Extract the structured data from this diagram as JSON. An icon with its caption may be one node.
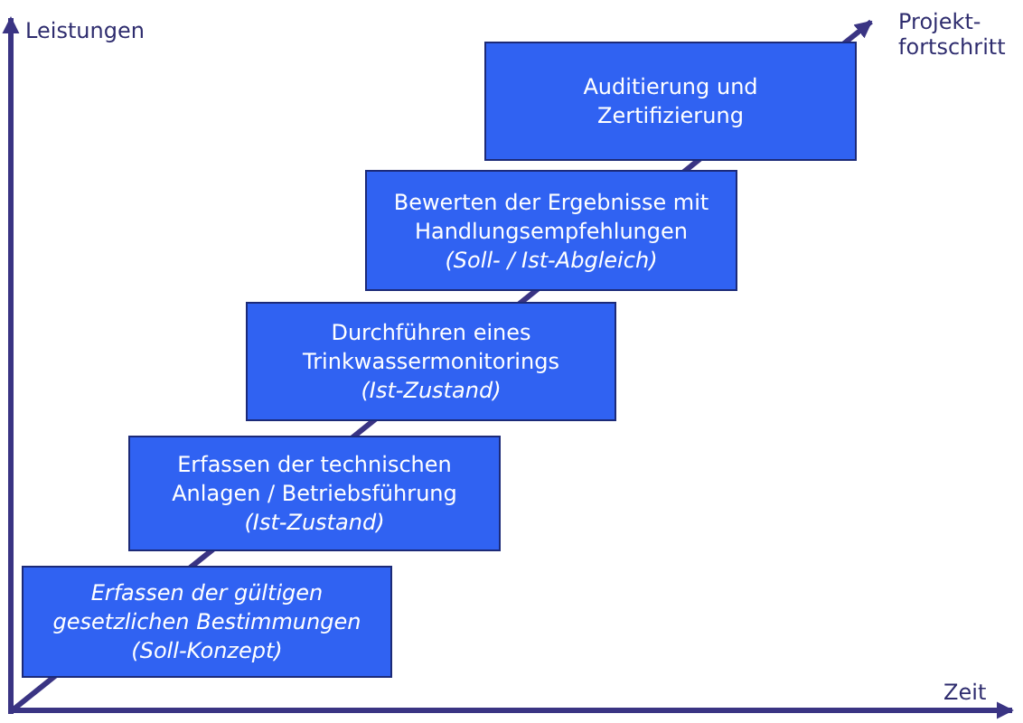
{
  "diagram": {
    "nodes": [
      {
        "text": [
          "Erfassen der gültigen gesetzlichen Bestimmungen",
          "(Soll-Konzept)"
        ]
      },
      {
        "text": [
          "Erfassen der technischen Anlagen / Betriebsführung",
          "(Ist-Zustand)"
        ]
      },
      {
        "text": [
          "Durchführen eines Trinkwassermonitorings",
          "(Ist-Zustand)"
        ]
      },
      {
        "text": [
          "Bewerten der Ergebnisse mit Handlungsempfehlungen",
          "(Soll- / Ist-Abgleich)"
        ]
      },
      {
        "text": [
          "Auditierung und Zertifizierung"
        ]
      }
    ],
    "labels": [
      "Leistungen",
      "Projekt- fortschritt",
      "Zeit"
    ]
  }
}
